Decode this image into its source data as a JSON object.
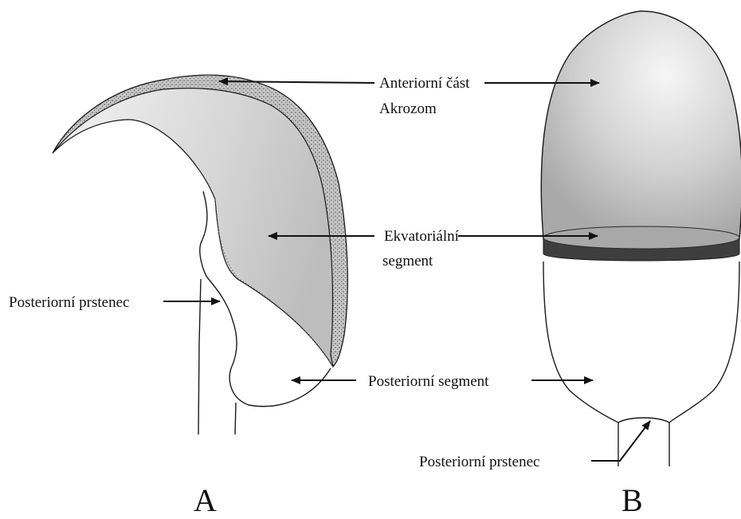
{
  "labels": {
    "anterior_part": "Anteriorní část",
    "acrosome": "Akrozom",
    "equatorial_1": "Ekvatoriální",
    "equatorial_2": "segment",
    "posterior_ring_left": "Posteriorní prstenec",
    "posterior_segment": "Posteriorní segment",
    "posterior_ring_bottom": "Posteriorní prstenec",
    "panel_a": "A",
    "panel_b": "B"
  }
}
